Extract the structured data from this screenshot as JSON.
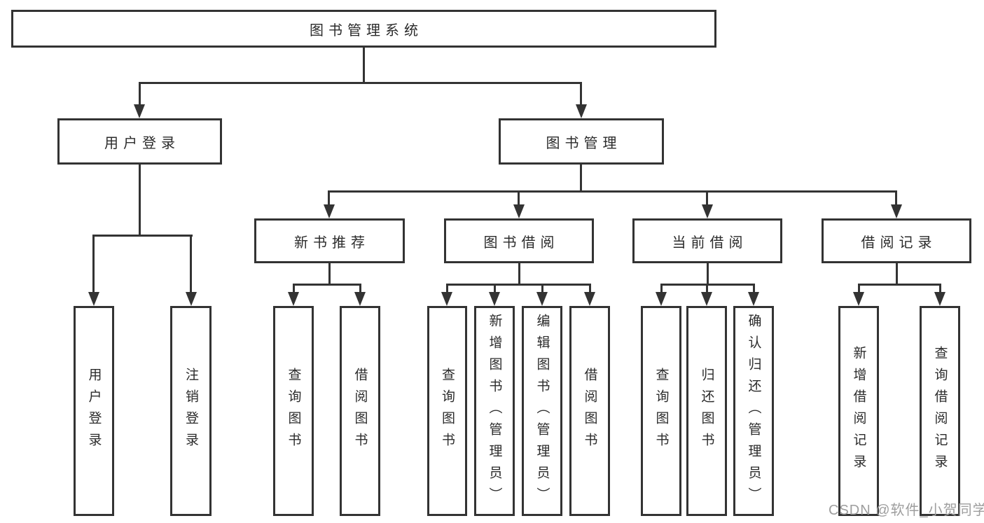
{
  "diagram": {
    "title": "图书管理系统",
    "branches": [
      {
        "label": "用户登录",
        "children": [
          "用户登录",
          "注销登录"
        ]
      },
      {
        "label": "图书管理",
        "groups": [
          {
            "label": "新书推荐",
            "children": [
              "查询图书",
              "借阅图书"
            ]
          },
          {
            "label": "图书借阅",
            "children": [
              "查询图书",
              "新增图书（管理员）",
              "编辑图书（管理员）",
              "借阅图书"
            ]
          },
          {
            "label": "当前借阅",
            "children": [
              "查询图书",
              "归还图书",
              "确认归还（管理员）"
            ]
          },
          {
            "label": "借阅记录",
            "children": [
              "新增借阅记录",
              "查询借阅记录"
            ]
          }
        ]
      }
    ]
  },
  "watermark": "CSDN @软件_小贺同学",
  "colors": {
    "line": "#333333",
    "text": "#2b2b2b",
    "watermark": "#9e9e9e",
    "background": "#ffffff"
  }
}
